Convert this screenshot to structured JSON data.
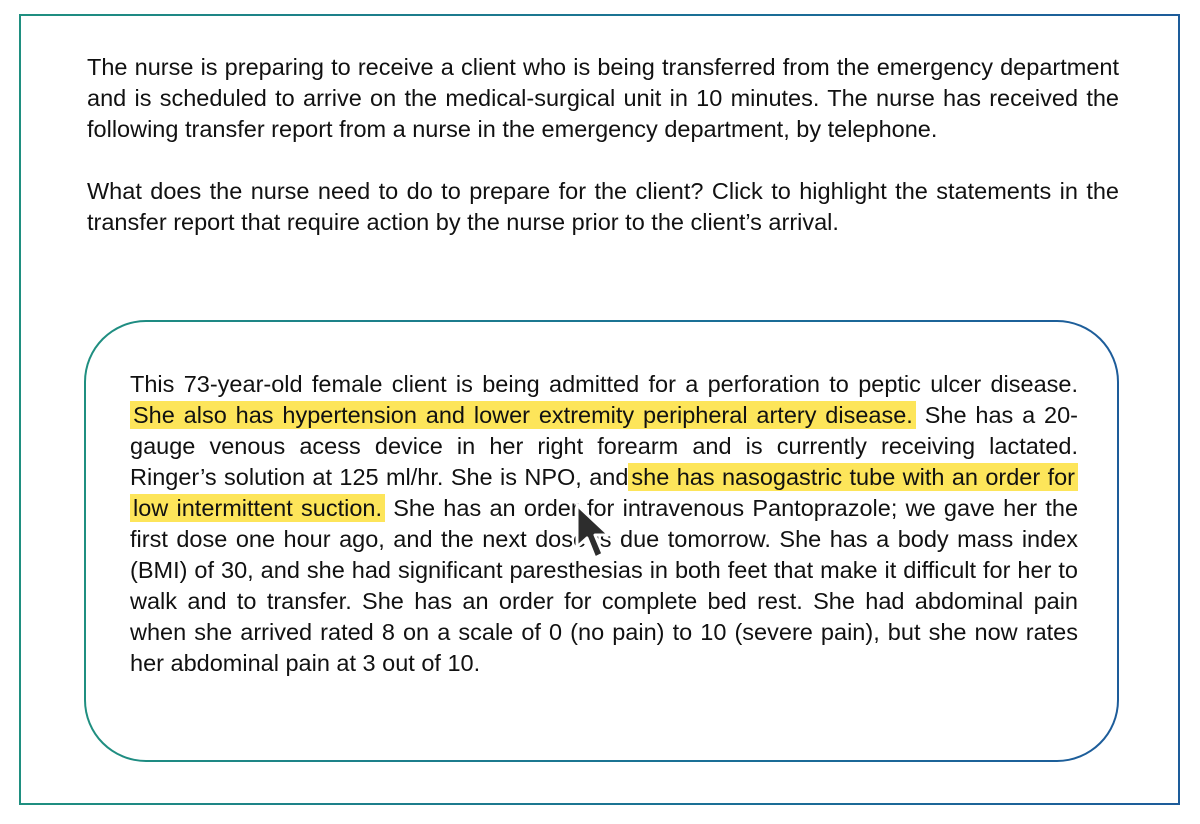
{
  "intro": {
    "paragraph1": "The nurse is preparing to receive a client who is being transferred from the emergency department and is scheduled to arrive on the medical-surgical unit in 10 minutes. The nurse has received the following transfer report from a nurse in the emergency department, by telephone.",
    "paragraph2": "What does the nurse need to do to prepare for the client? Click to highlight the statements in the transfer report that require action by the nurse prior to the client’s arrival."
  },
  "report": {
    "segments": [
      {
        "text": "This 73-year-old female client is being admitted for a perforation to peptic ulcer disease.",
        "highlighted": false
      },
      {
        "text": "She also has hypertension and lower extremity peripheral artery disease.",
        "highlighted": true
      },
      {
        "text": "She has a 20-gauge venous acess device in her right forearm and is currently receiving lactated. Ringer’s solution at 125 ml/hr. She is NPO, and",
        "highlighted": false
      },
      {
        "text": "she has nasogastric tube with an order for low intermittent suction.",
        "highlighted": true
      },
      {
        "text": "She has an order for intravenous Pantoprazole; we gave her the first dose one hour ago, and the next dose is due tomorrow. She has a body mass index (BMI) of 30, and she had significant paresthesias in both feet that make it difficult for her to walk and to transfer. She has an order for complete bed rest. She had abdominal pain when she arrived rated 8 on a scale of 0 (no pain) to 10 (severe pain), but she now rates her abdominal pain at 3 out of 10.",
        "highlighted": false
      }
    ]
  },
  "colors": {
    "highlight": "#fde55a",
    "border_start": "#1f8f80",
    "border_end": "#1d5c9a",
    "cursor": "#2d2d2d"
  },
  "icons": {
    "cursor": "mouse-pointer-icon"
  }
}
